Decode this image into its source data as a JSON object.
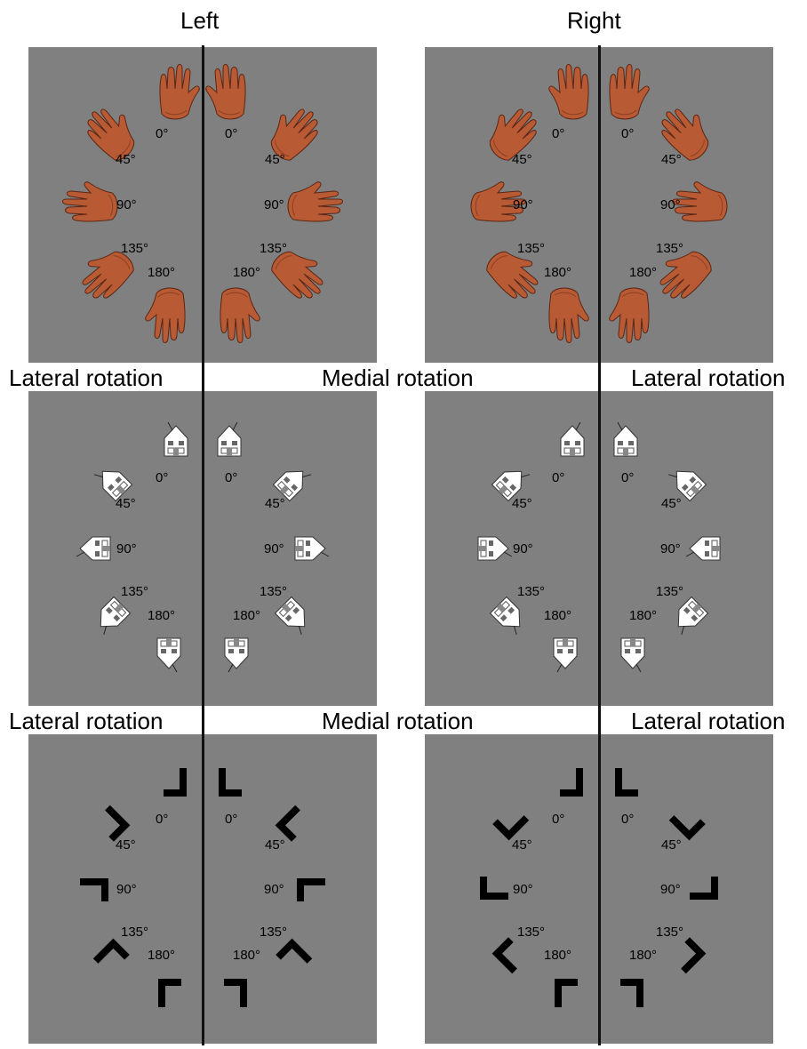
{
  "headers": {
    "left": "Left",
    "right": "Right"
  },
  "rotation_labels": {
    "lateral": "Lateral rotation",
    "medial": "Medial rotation"
  },
  "angles": [
    "0°",
    "45°",
    "90°",
    "135°",
    "180°"
  ],
  "stimuli": [
    "hand",
    "house",
    "corner"
  ],
  "colors": {
    "panel_bg": "#808080",
    "divider": "#111111",
    "hand_skin": "#b85a34",
    "house_fill": "#ffffff",
    "corner_fill": "#000000"
  }
}
